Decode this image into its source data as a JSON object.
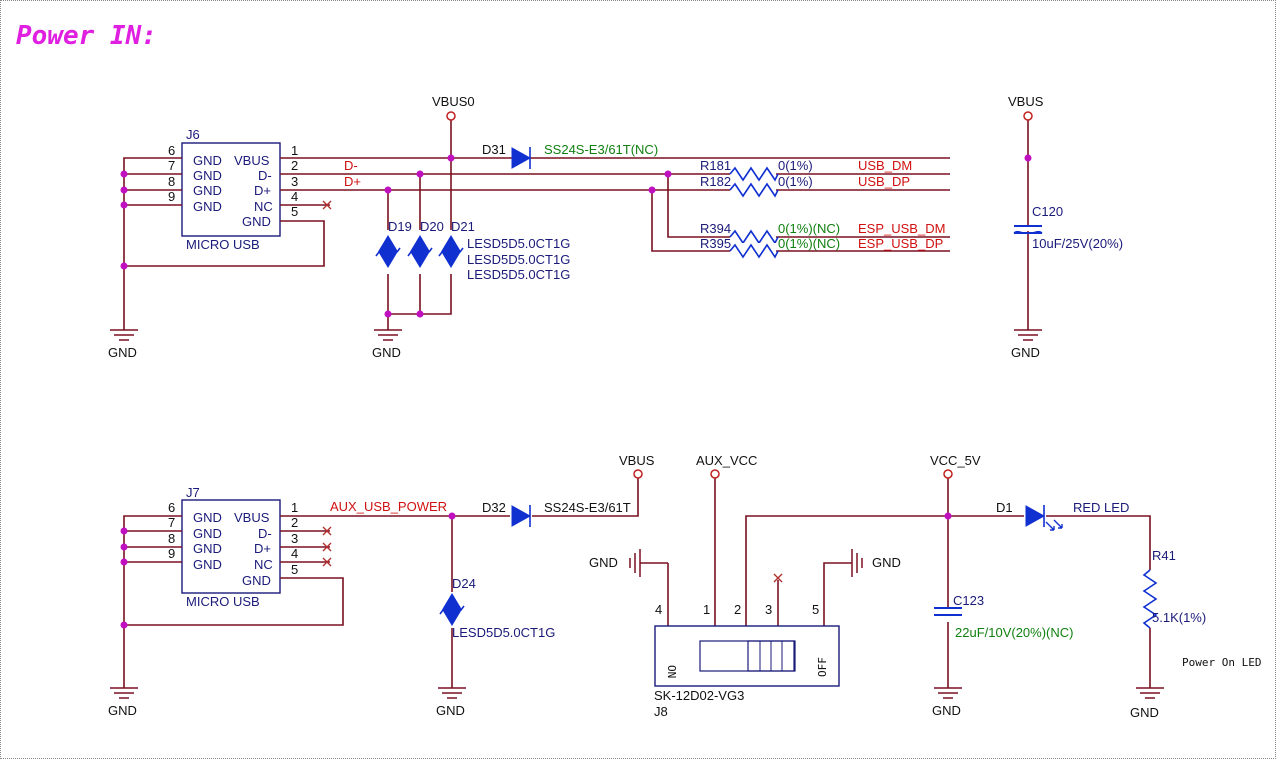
{
  "title": "Power IN:",
  "connectors": {
    "j6": {
      "ref": "J6",
      "name": "MICRO USB",
      "pins": [
        "1",
        "2",
        "3",
        "4",
        "5",
        "6",
        "7",
        "8",
        "9"
      ],
      "labels": [
        "GND",
        "GND",
        "GND",
        "GND",
        "VBUS",
        "D-",
        "D+",
        "NC",
        "GND"
      ]
    },
    "j7": {
      "ref": "J7",
      "name": "MICRO USB",
      "pins": [
        "1",
        "2",
        "3",
        "4",
        "5",
        "6",
        "7",
        "8",
        "9"
      ],
      "labels": [
        "GND",
        "GND",
        "GND",
        "GND",
        "VBUS",
        "D-",
        "D+",
        "NC",
        "GND"
      ]
    }
  },
  "nets": {
    "vbus0": "VBUS0",
    "vbus_top": "VBUS",
    "vbus_bottom": "VBUS",
    "aux_vcc": "AUX_VCC",
    "vcc_5v": "VCC_5V",
    "dminus": "D-",
    "dplus": "D+",
    "usb_dm": "USB_DM",
    "usb_dp": "USB_DP",
    "esp_usb_dm": "ESP_USB_DM",
    "esp_usb_dp": "ESP_USB_DP",
    "aux_usb_power": "AUX_USB_POWER",
    "gnd": "GND"
  },
  "parts": {
    "d31": {
      "ref": "D31",
      "value": "SS24S-E3/61T(NC)"
    },
    "d32": {
      "ref": "D32",
      "value": "SS24S-E3/61T"
    },
    "d19": {
      "ref": "D19",
      "value": "LESD5D5.0CT1G"
    },
    "d20": {
      "ref": "D20",
      "value": "LESD5D5.0CT1G"
    },
    "d21": {
      "ref": "D21",
      "value": "LESD5D5.0CT1G"
    },
    "d24": {
      "ref": "D24",
      "value": "LESD5D5.0CT1G"
    },
    "r181": {
      "ref": "R181",
      "value": "0(1%)"
    },
    "r182": {
      "ref": "R182",
      "value": "0(1%)"
    },
    "r394": {
      "ref": "R394",
      "value": "0(1%)(NC)"
    },
    "r395": {
      "ref": "R395",
      "value": "0(1%)(NC)"
    },
    "c120": {
      "ref": "C120",
      "value": "10uF/25V(20%)"
    },
    "c123": {
      "ref": "C123",
      "value": "22uF/10V(20%)(NC)"
    },
    "d1": {
      "ref": "D1",
      "value": "RED LED"
    },
    "r41": {
      "ref": "R41",
      "value": "5.1K(1%)"
    },
    "j8": {
      "ref": "J8",
      "value": "SK-12D02-VG3",
      "pins": [
        "4",
        "1",
        "2",
        "3",
        "5"
      ],
      "on": "ON",
      "off": "OFF"
    }
  },
  "notes": {
    "power_led": "Power On LED"
  },
  "colors": {
    "title": "#e020e0",
    "wire": "#7a1020",
    "symbol": "#1030d0",
    "junction": "#c010c0",
    "net_label": "#d01010",
    "value_nc": "#108010"
  }
}
